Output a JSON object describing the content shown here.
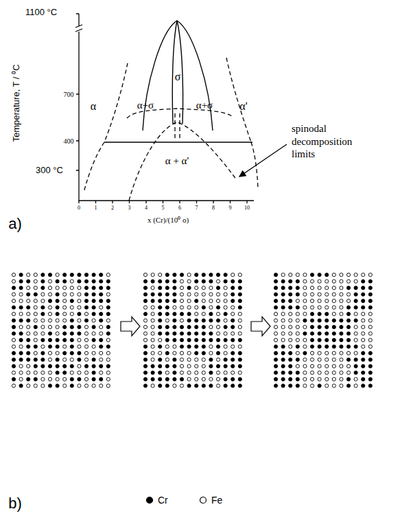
{
  "diagram": {
    "labels": [
      "1100 °C",
      "Temperature, T / ⁰C",
      "700",
      "400",
      "300 °C",
      "α",
      "α+σ",
      "σ",
      "α+σ",
      "α'",
      "α + α'",
      "0",
      "1",
      "2",
      "3",
      "4",
      "5",
      "6",
      "7",
      "8",
      "9",
      "10",
      "x (Cr)/(10⁰ o)",
      "spinodal decomposition limits",
      "a)",
      "b)"
    ],
    "legend": [
      {
        "text": "Cr"
      },
      {
        "text": "Fe"
      }
    ]
  }
}
